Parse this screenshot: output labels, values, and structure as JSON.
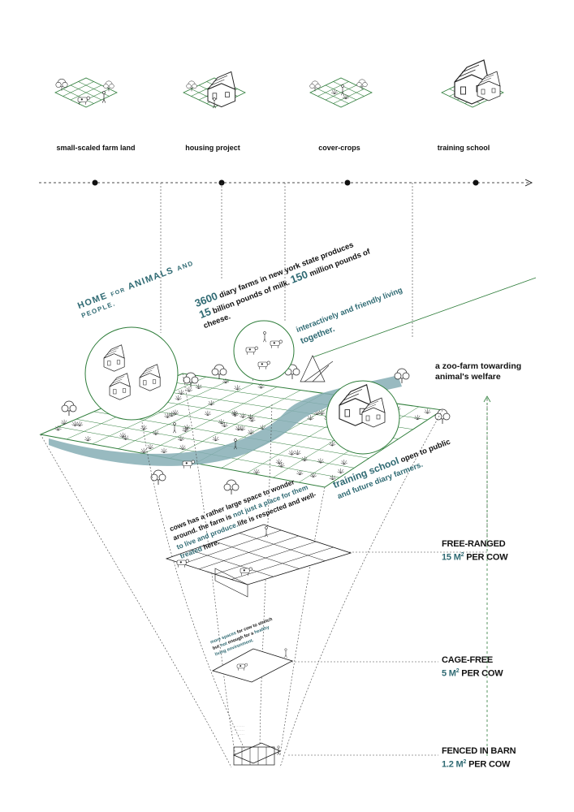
{
  "timeline": {
    "phases": [
      {
        "label": "small-scaled farm land"
      },
      {
        "label": "housing project"
      },
      {
        "label": "cover-crops"
      },
      {
        "label": "training school"
      }
    ]
  },
  "annotations": {
    "home_a": "HOME",
    "home_b": "FOR",
    "home_c": "ANIMALS",
    "home_d": "AND",
    "home_e": "PEOPLE.",
    "stats_n1": "3600",
    "stats_t1": " diary farms in new york state produces",
    "stats_n2": "15",
    "stats_t2": " billion pounds of milk. ",
    "stats_n3": "150",
    "stats_t3": " million pounds of",
    "stats_t4": "cheese.",
    "interactive_1": "interactively and friendly living",
    "interactive_2": "together.",
    "zoo_1": "a zoo-farm towarding",
    "zoo_2": "animal's welfare",
    "school_a": "training school",
    "school_b": " open to public",
    "school_c": "and future diary farmers.",
    "cows_1": "cows has a rather large space to wonder",
    "cows_2a": "around. the farm is ",
    "cows_2b": "not just a place for them",
    "cows_3a": "to live and produce.",
    "cows_3b": "life is respected and well-",
    "cows_4a": "treated",
    "cows_4b": " here.",
    "cage_1a": "more spaces",
    "cage_1b": " for cow to stretch",
    "cage_2a": "but ",
    "cage_2b": "not",
    "cage_2c": " enough for a ",
    "cage_2d": "healthy",
    "cage_3": "living environment."
  },
  "stages": [
    {
      "name": "FREE-RANGED",
      "value": "15 M",
      "sup": "2",
      "unit": " PER COW"
    },
    {
      "name": "CAGE-FREE",
      "value": "5 M",
      "sup": "2",
      "unit": " PER COW"
    },
    {
      "name": "FENCED IN BARN",
      "value": "1.2 M",
      "sup": "2",
      "unit": " PER COW"
    }
  ],
  "colors": {
    "accent_teal": "#2f6a73",
    "line_green": "#2e7d3a",
    "river": "#86aeb5",
    "ink": "#111111"
  }
}
